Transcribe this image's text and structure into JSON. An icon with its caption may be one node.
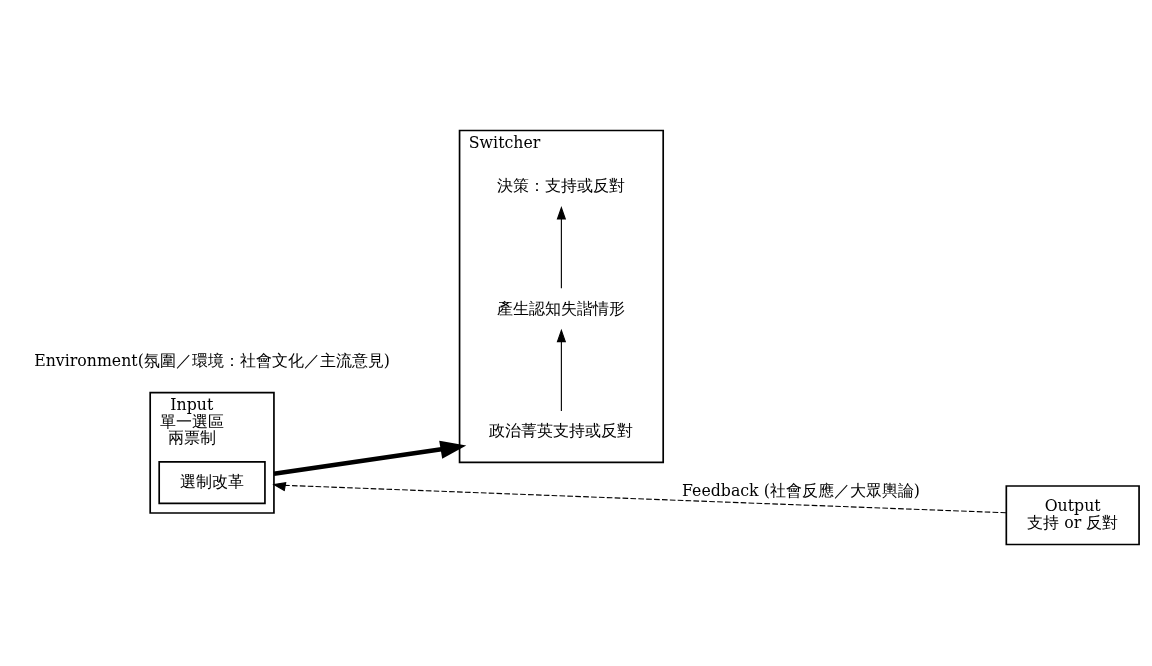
{
  "diagram": {
    "nodes": [
      {
        "text": [
          "Input",
          "單一選區",
          "兩票制"
        ]
      },
      {
        "text": [
          "選制改革"
        ],
        "in": 0
      },
      {
        "text": [
          "Switcher"
        ]
      },
      {
        "text": [
          "政治菁英支持或反對"
        ],
        "in": 2
      },
      {
        "text": [
          "產生認知失諧情形"
        ],
        "in": 2
      },
      {
        "text": [
          "決策：支持或反對"
        ],
        "in": 2
      },
      {
        "text": [
          "Output",
          "支持 or 反對"
        ]
      }
    ],
    "edges": [
      {
        "from": 0,
        "to": 2,
        "arrow": "to",
        "style": "thick"
      },
      {
        "from": 3,
        "to": 4,
        "arrow": "to"
      },
      {
        "from": 4,
        "to": 5,
        "arrow": "to"
      },
      {
        "from": 6,
        "to": 0,
        "arrow": "to",
        "style": "dashed",
        "label": "Feedback (社會反應／大眾輿論)"
      }
    ],
    "labels": [
      "Environment(氛圍／環境：社會文化／主流意見)"
    ]
  }
}
